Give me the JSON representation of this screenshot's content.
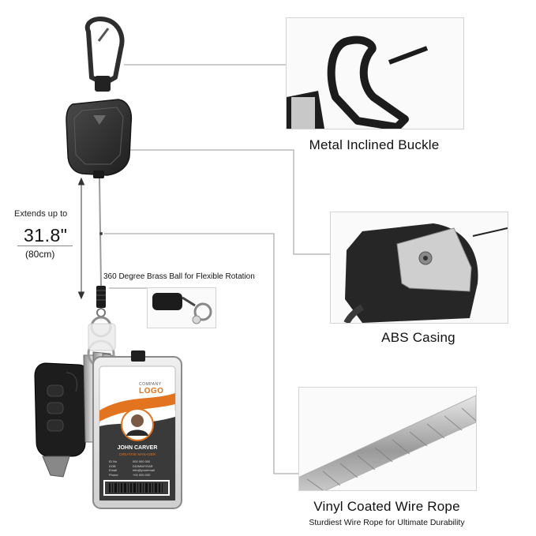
{
  "callouts": {
    "buckle": {
      "caption": "Metal Inclined Buckle"
    },
    "casing": {
      "caption": "ABS Casing"
    },
    "wire": {
      "caption": "Vinyl Coated Wire Rope",
      "subcaption": "Sturdiest Wire Rope for Ultimate Durability"
    }
  },
  "measurement": {
    "label": "Extends up to",
    "value": "31.8\"",
    "metric": "(80cm)"
  },
  "rotation_note": "360 Degree Brass Ball for Flexible Rotation",
  "id_card": {
    "company_small": "COMPANY",
    "company_logo": "LOGO",
    "name": "JOHN CARVER",
    "role": "CREATIVE MANAGER",
    "fields": [
      {
        "label": "ID No",
        "value": "000 000 000"
      },
      {
        "label": "DOB",
        "value": "DD/MM/YEAR"
      },
      {
        "label": "Email",
        "value": "info@youremail"
      },
      {
        "label": "Phone",
        "value": "+00 000 000"
      }
    ]
  },
  "colors": {
    "casing": "#2b2b2b",
    "casing_light": "#4a4a4a",
    "metal": "#a9a9a9",
    "accent_orange": "#e2731f",
    "leader_line": "#9a9a9a"
  }
}
